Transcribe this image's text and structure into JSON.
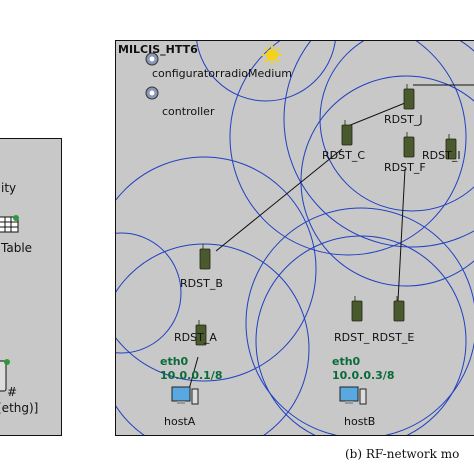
{
  "left_panel": {
    "labels": [
      "ity",
      "Table",
      "#",
      "[ethg)]"
    ]
  },
  "network": {
    "title": "MILCIS_HTT6",
    "configurator_label": "configurator",
    "radio_medium_label": "radioMedium",
    "controller_label": "controller",
    "nodes": {
      "rdst_b": "RDST_B",
      "rdst_a": "RDST_A",
      "rdst_c": "RDST_C",
      "rdst_d": "RDST_",
      "rdst_e": "RDST_E",
      "rdst_f": "RDST_F",
      "rdst_j": "RDST_J",
      "rdst_i": "RDST_I",
      "host_a": "hostA",
      "host_b": "hostB"
    },
    "host_a_if": "eth0",
    "host_a_ip": "10.0.0.1/8",
    "host_b_if": "eth0",
    "host_b_ip": "10.0.0.3/8"
  },
  "caption": "(b) RF-network mo",
  "colors": {
    "panel_bg": "#c8c8c8",
    "range_circle": "#2040c0",
    "link": "#111111",
    "address": "#0a6b3a"
  }
}
